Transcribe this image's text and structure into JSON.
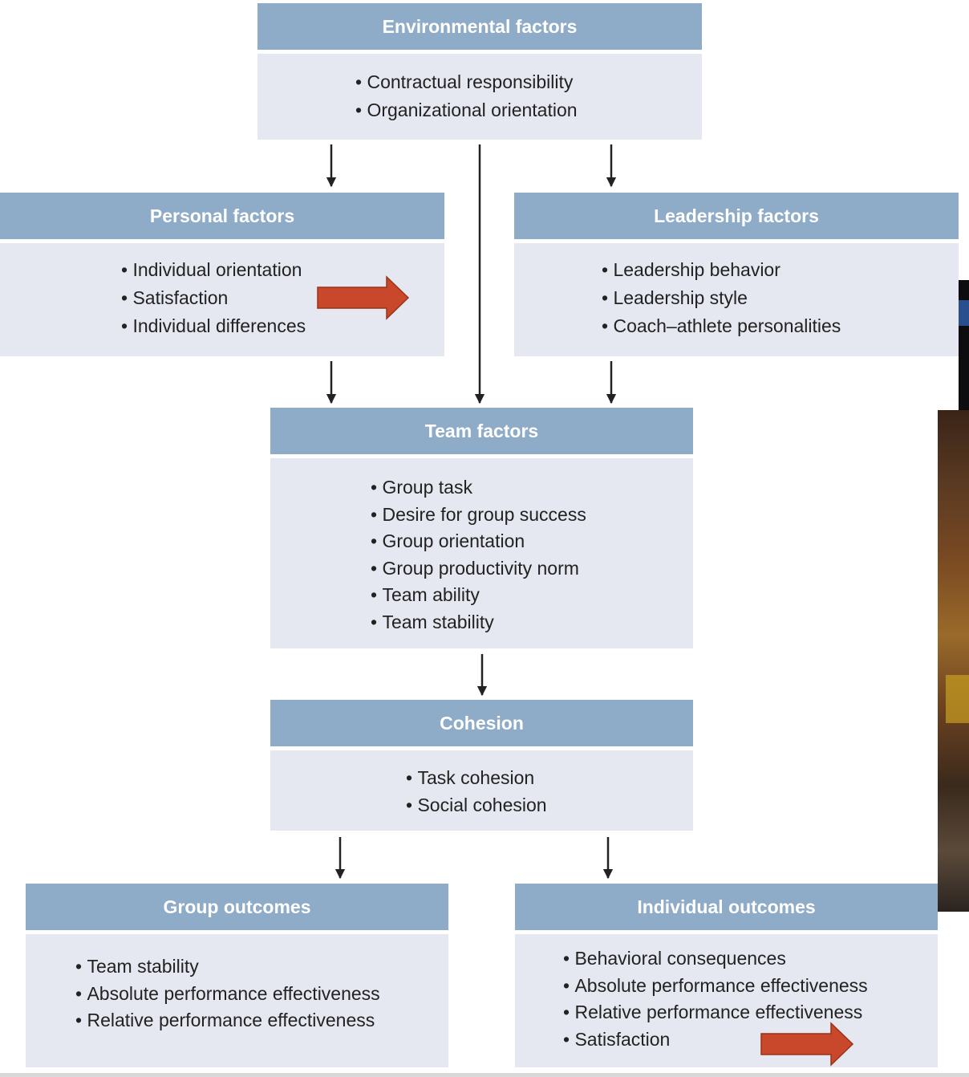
{
  "environmental": {
    "title": "Environmental factors",
    "items": [
      "Contractual responsibility",
      "Organizational orientation"
    ]
  },
  "personal": {
    "title": "Personal factors",
    "items": [
      "Individual orientation",
      "Satisfaction",
      "Individual differences"
    ]
  },
  "leadership": {
    "title": "Leadership factors",
    "items": [
      "Leadership behavior",
      "Leadership style",
      "Coach–athlete personalities"
    ]
  },
  "team": {
    "title": "Team factors",
    "items": [
      "Group task",
      "Desire for group success",
      "Group orientation",
      "Group productivity norm",
      "Team ability",
      "Team stability"
    ]
  },
  "cohesion": {
    "title": "Cohesion",
    "items": [
      "Task cohesion",
      "Social cohesion"
    ]
  },
  "group_outcomes": {
    "title": "Group outcomes",
    "items": [
      "Team stability",
      "Absolute performance effectiveness",
      "Relative performance effectiveness"
    ]
  },
  "individual_outcomes": {
    "title": "Individual outcomes",
    "items": [
      "Behavioral consequences",
      "Absolute performance effectiveness",
      "Relative performance effectiveness",
      "Satisfaction"
    ]
  },
  "colors": {
    "header": "#8eabc7",
    "body": "#e6e8f1",
    "arrow": "#222222",
    "highlight_arrow": "#c9472a"
  }
}
